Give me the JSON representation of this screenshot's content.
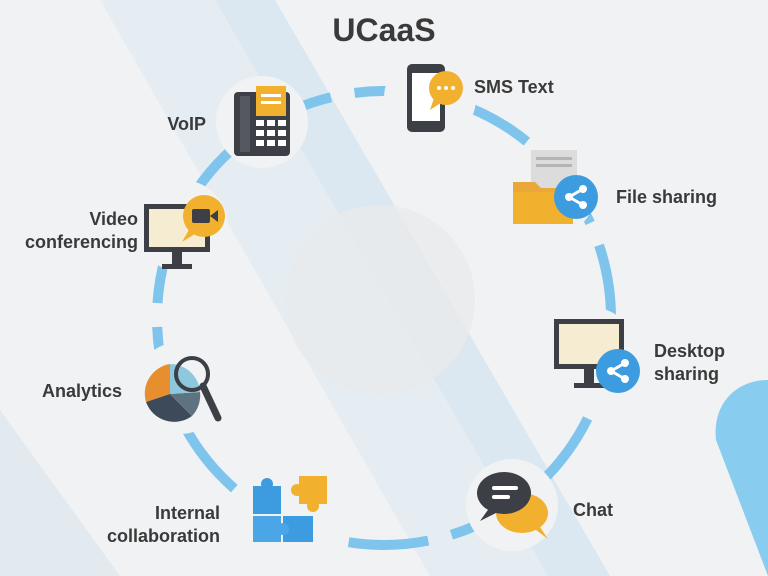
{
  "title": "UCaaS",
  "colors": {
    "ring": "#7fc4ec",
    "accent_blue": "#3d9be0",
    "accent_orange": "#f2b02f",
    "dark": "#3c3f45",
    "text": "#3a3a3a"
  },
  "nodes": [
    {
      "id": "sms",
      "label": "SMS Text",
      "icon": "smartphone-chat-icon"
    },
    {
      "id": "file",
      "label": "File sharing",
      "icon": "folder-share-icon"
    },
    {
      "id": "desktop",
      "label_lines": [
        "Desktop",
        "sharing"
      ],
      "icon": "monitor-share-icon"
    },
    {
      "id": "chat",
      "label": "Chat",
      "icon": "chat-bubbles-icon"
    },
    {
      "id": "collab",
      "label_lines": [
        "Internal",
        "collaboration"
      ],
      "icon": "puzzle-icon"
    },
    {
      "id": "analytics",
      "label": "Analytics",
      "icon": "pie-magnifier-icon"
    },
    {
      "id": "video",
      "label_lines": [
        "Video",
        "conferencing"
      ],
      "icon": "monitor-camera-icon"
    },
    {
      "id": "voip",
      "label": "VoIP",
      "icon": "desk-phone-icon"
    }
  ]
}
